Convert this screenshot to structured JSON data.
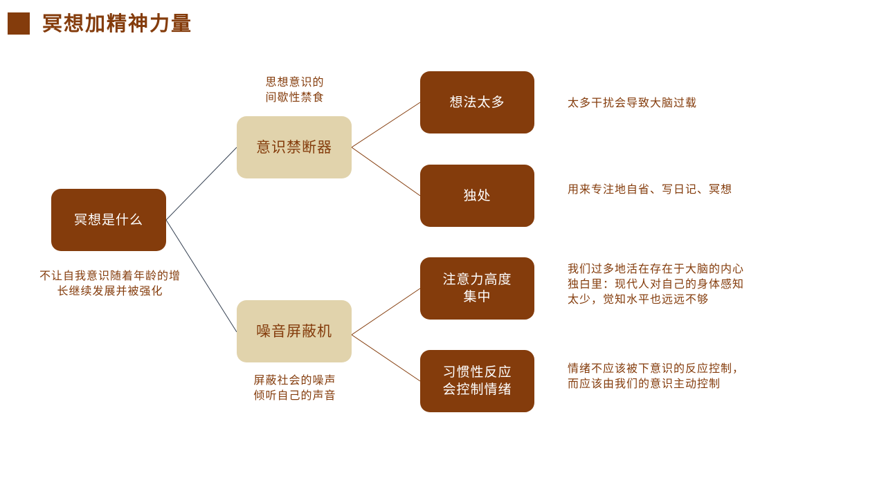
{
  "title": "冥想加精神力量",
  "colors": {
    "primary": "#843C0C",
    "secondary": "#E1D3AC",
    "connector_dark": "#333F50",
    "connector_brown": "#843C0C"
  },
  "root": {
    "label": "冥想是什么",
    "note": "不让自我意识随着年龄的增\n长继续发展并被强化"
  },
  "branches": [
    {
      "label": "意识禁断器",
      "note": "思想意识的\n间歇性禁食",
      "leaves": [
        {
          "label": "想法太多",
          "desc": "太多干扰会导致大脑过载"
        },
        {
          "label": "独处",
          "desc": "用来专注地自省、写日记、冥想"
        }
      ]
    },
    {
      "label": "噪音屏蔽机",
      "note": "屏蔽社会的噪声\n倾听自己的声音",
      "leaves": [
        {
          "label": "注意力高度\n集中",
          "desc": "我们过多地活在存在于大脑的内心\n独白里：现代人对自己的身体感知\n太少，觉知水平也远远不够"
        },
        {
          "label": "习惯性反应\n会控制情绪",
          "desc": "情绪不应该被下意识的反应控制，\n而应该由我们的意识主动控制"
        }
      ]
    }
  ]
}
